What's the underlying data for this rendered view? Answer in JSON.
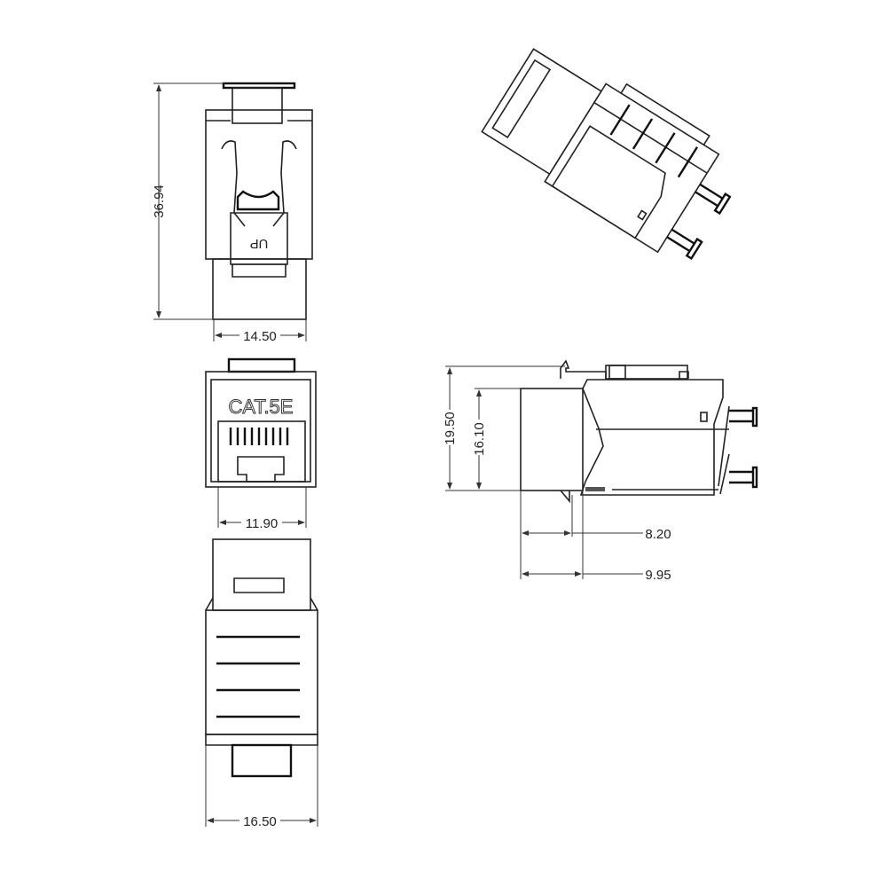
{
  "dimensions": {
    "front_height": "36.94",
    "front_width": "14.50",
    "port_width": "11.90",
    "rear_width": "16.50",
    "side_height": "19.50",
    "side_body_height": "16.10",
    "side_depth_short": "8.20",
    "side_depth_long": "9.95"
  },
  "markings": {
    "up_label": "UP",
    "category_label": "CAT.5E"
  }
}
